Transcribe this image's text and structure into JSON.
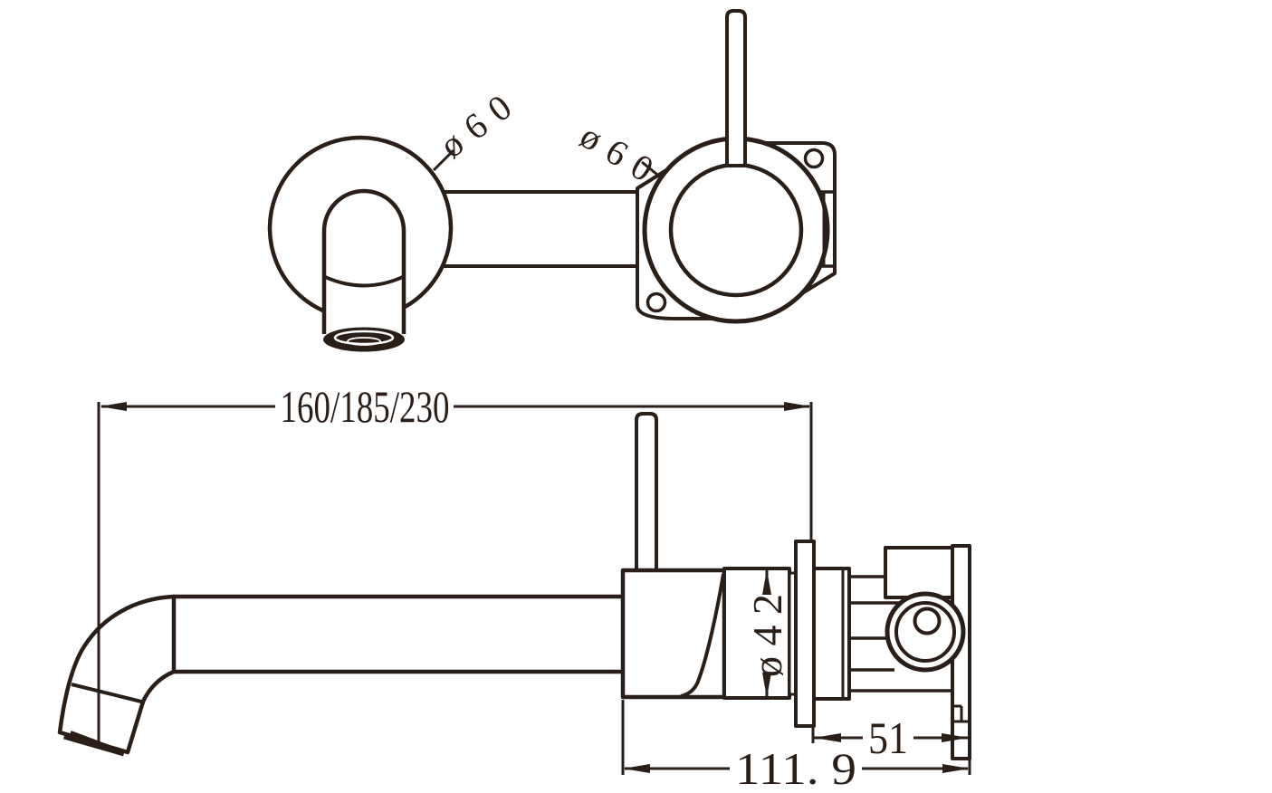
{
  "colors": {
    "background": "#ffffff",
    "ink": "#2a1e18"
  },
  "views": {
    "front": {
      "spout_flange_dia_label": "ø60",
      "valve_flange_dia_label": "ø60"
    },
    "side": {
      "spout_reach_label": "160/185/230",
      "body_dia_label": "ø42",
      "wall_depth_label": "51",
      "total_depth_label": "111. 9"
    }
  }
}
